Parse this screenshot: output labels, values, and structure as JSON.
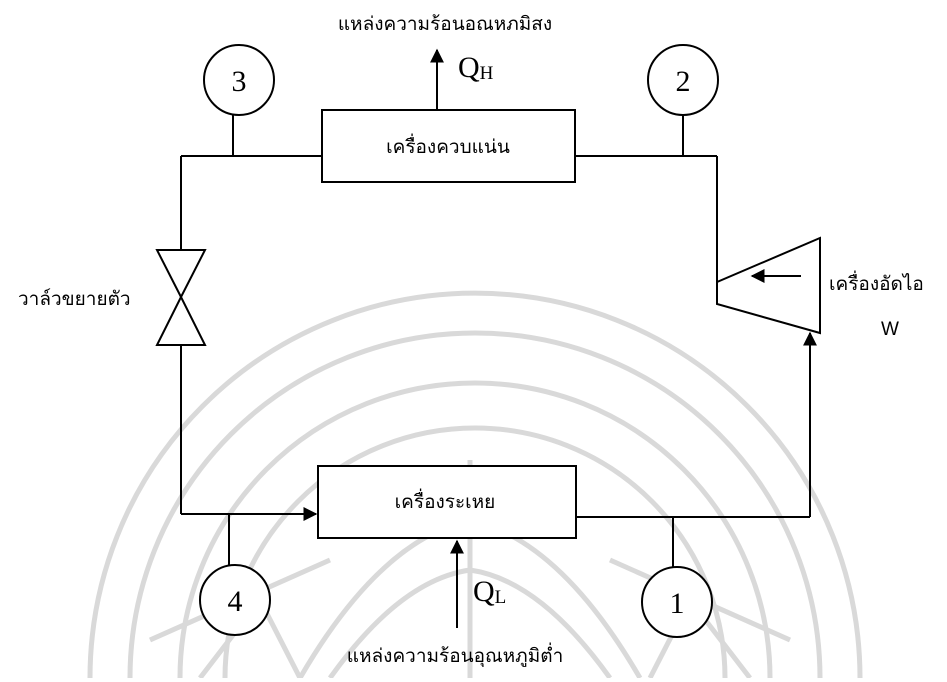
{
  "labels": {
    "high_source": "แหล่งความร้อนอณหภมิสง",
    "low_source": "แหล่งความร้อนอุณหภูมิต่ำ",
    "condenser": "เครื่องควบแน่น",
    "evaporator": "เครื่องระเหย",
    "expansion_valve": "วาล์วขยายตัว",
    "compressor": "เครื่องอัดไอ",
    "work": "W",
    "q_high": "Q",
    "q_high_sub": "H",
    "q_low": "Q",
    "q_low_sub": "L"
  },
  "states": [
    "1",
    "2",
    "3",
    "4"
  ],
  "colors": {
    "line": "#000000",
    "watermark": "#d9d9d9",
    "background": "#ffffff"
  }
}
